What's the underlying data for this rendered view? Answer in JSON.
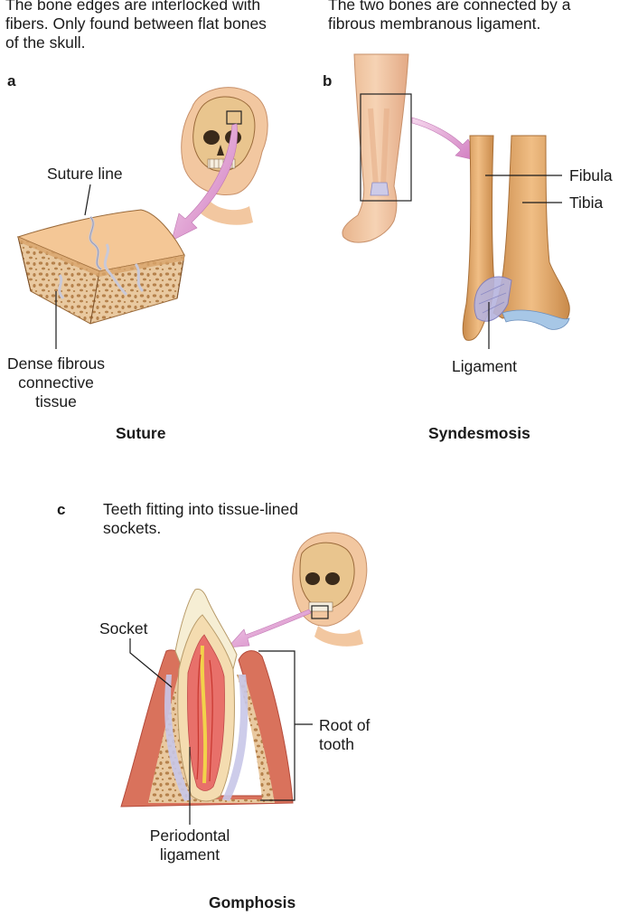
{
  "panels": {
    "a": {
      "letter": "a",
      "description": [
        "The bone edges are interlocked with",
        "fibers. Only found between flat bones",
        "of the skull."
      ],
      "labels": {
        "suture_line": "Suture line",
        "dense_fibrous": [
          "Dense fibrous",
          "connective",
          "tissue"
        ]
      },
      "title": "Suture"
    },
    "b": {
      "letter": "b",
      "description": [
        "The two bones are connected by a",
        "fibrous membranous ligament."
      ],
      "labels": {
        "fibula": "Fibula",
        "tibia": "Tibia",
        "ligament": "Ligament"
      },
      "title": "Syndesmosis"
    },
    "c": {
      "letter": "c",
      "description": [
        "Teeth fitting into tissue-lined",
        "sockets."
      ],
      "labels": {
        "socket": "Socket",
        "root_of_tooth": [
          "Root of",
          "tooth"
        ],
        "periodontal": [
          "Periodontal",
          "ligament"
        ]
      },
      "title": "Gomphosis"
    }
  },
  "colors": {
    "skin": "#f2c9a4",
    "bone": "#e4ac70",
    "bone_dark": "#c98a4a",
    "ligament": "#a9a8d6",
    "arrow": "#d98ec9",
    "gum": "#d9705a",
    "enamel": "#f4ecd2",
    "pulp": "#e86b6b"
  }
}
